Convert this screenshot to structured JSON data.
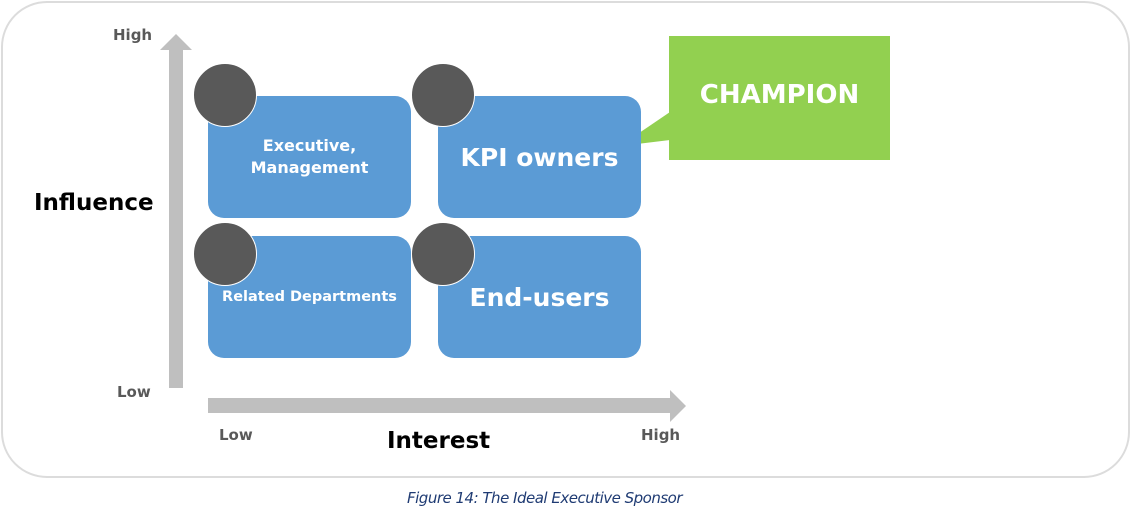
{
  "diagram": {
    "y_axis": {
      "title": "Influence",
      "high_label": "High",
      "low_label": "Low"
    },
    "x_axis": {
      "title": "Interest",
      "low_label": "Low",
      "high_label": "High"
    },
    "quadrants": [
      {
        "position": "high-influence-low-interest",
        "label": "Executive, Management"
      },
      {
        "position": "high-influence-high-interest",
        "label": "KPI owners"
      },
      {
        "position": "low-influence-low-interest",
        "label": "Related Departments"
      },
      {
        "position": "low-influence-high-interest",
        "label": "End-users"
      }
    ],
    "callout": {
      "label": "CHAMPION",
      "target": "KPI owners"
    },
    "colors": {
      "box": "#5b9bd5",
      "marker": "#595959",
      "callout": "#92d050",
      "arrow": "#bfbfbf"
    }
  },
  "caption": "Figure 14: The Ideal Executive Sponsor"
}
